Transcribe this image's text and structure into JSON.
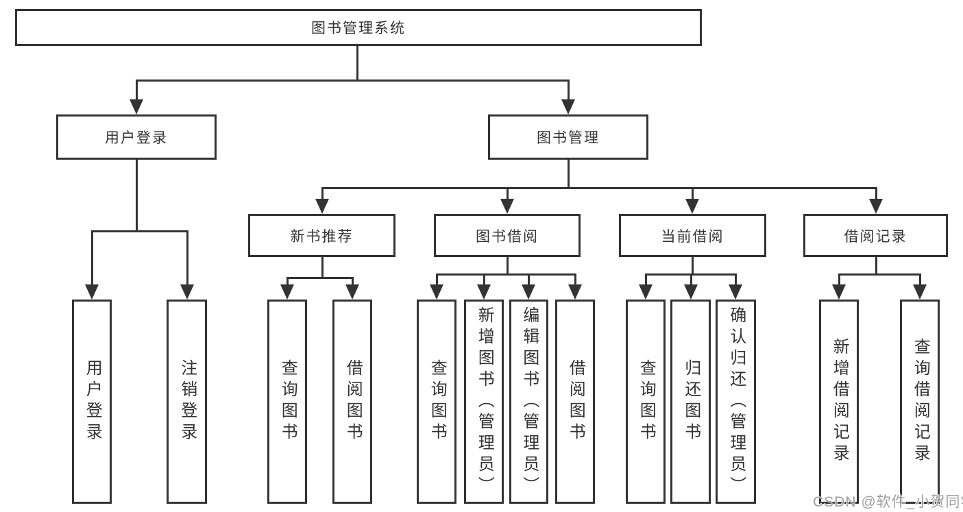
{
  "diagram": {
    "root": {
      "label": "图书管理系统"
    },
    "level2": [
      {
        "label": "用户登录"
      },
      {
        "label": "图书管理"
      }
    ],
    "level3": [
      {
        "label": "新书推荐"
      },
      {
        "label": "图书借阅"
      },
      {
        "label": "当前借阅"
      },
      {
        "label": "借阅记录"
      }
    ],
    "leaves": [
      {
        "label": "用户登录"
      },
      {
        "label": "注销登录"
      },
      {
        "label": "查询图书"
      },
      {
        "label": "借阅图书"
      },
      {
        "label": "查询图书"
      },
      {
        "label": "新增图书（管理员）"
      },
      {
        "label": "编辑图书（管理员）"
      },
      {
        "label": "借阅图书"
      },
      {
        "label": "查询图书"
      },
      {
        "label": "归还图书"
      },
      {
        "label": "确认归还（管理员）"
      },
      {
        "label": "新增借阅记录"
      },
      {
        "label": "查询借阅记录"
      }
    ],
    "colors": {
      "line": "#333333",
      "text": "#333333",
      "background": "#ffffff",
      "watermark": "#949494"
    }
  },
  "watermark": {
    "text": "CSDN @软件_小贺同学"
  }
}
